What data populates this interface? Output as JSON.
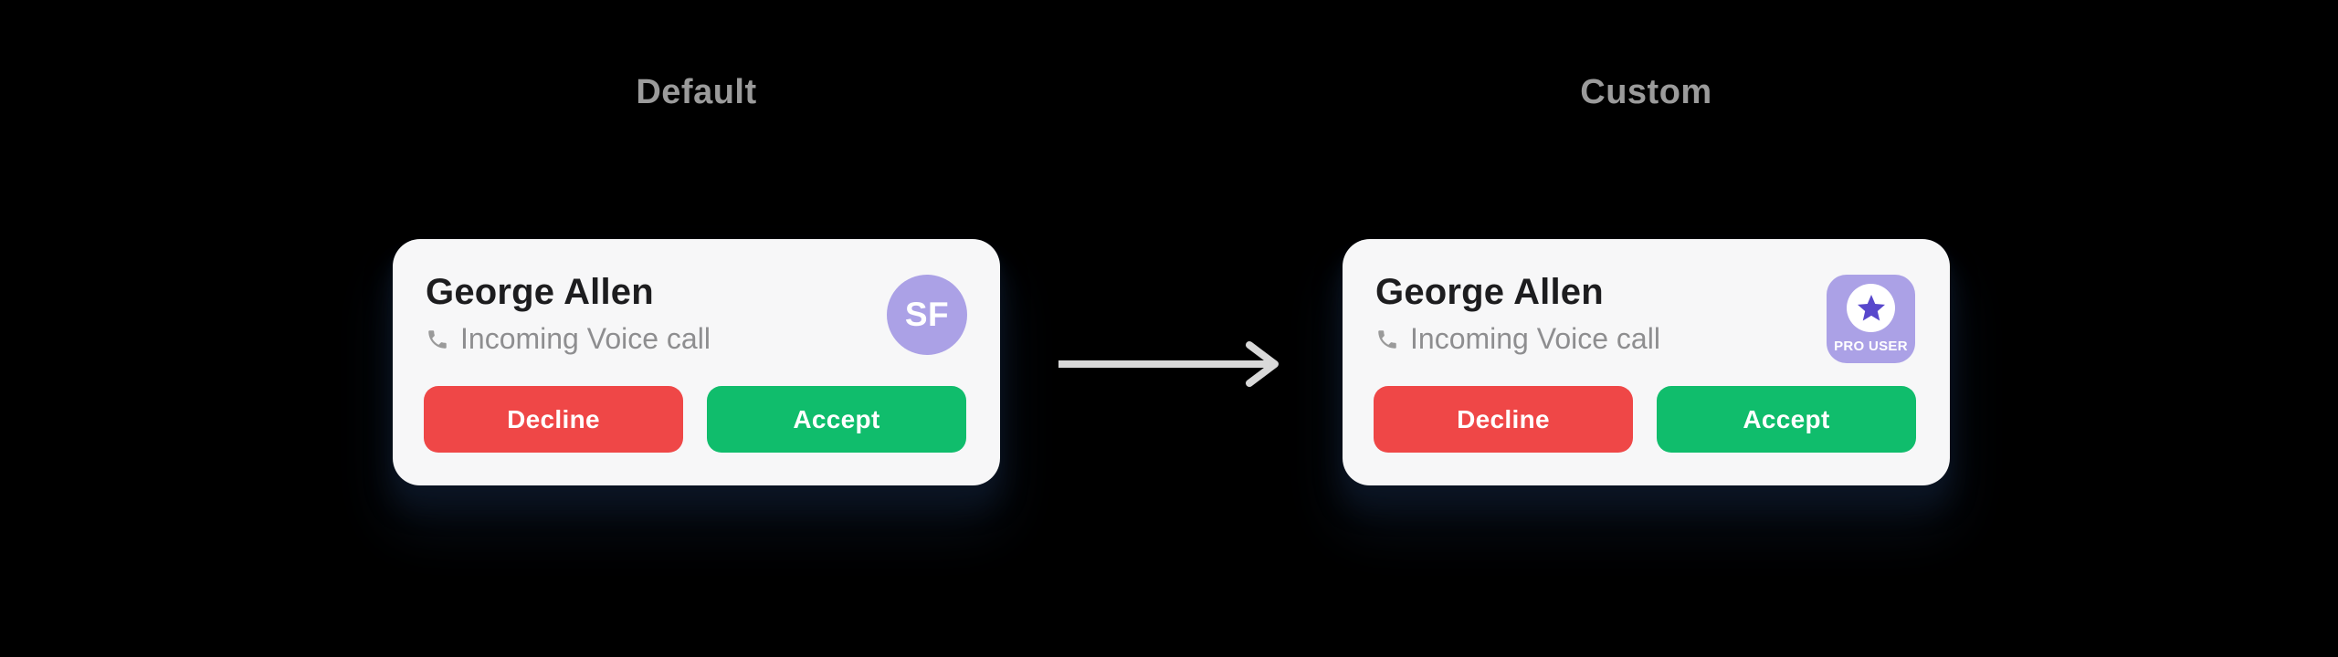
{
  "titles": {
    "default": "Default",
    "custom": "Custom"
  },
  "cards": {
    "default": {
      "name": "George Allen",
      "status": "Incoming Voice call",
      "avatar_initials": "SF",
      "decline_label": "Decline",
      "accept_label": "Accept"
    },
    "custom": {
      "name": "George Allen",
      "status": "Incoming Voice call",
      "badge_label": "PRO USER",
      "decline_label": "Decline",
      "accept_label": "Accept"
    }
  },
  "icons": {
    "phone": "phone-icon",
    "star": "star-icon",
    "arrow": "arrow-right-icon"
  },
  "colors": {
    "background": "#000000",
    "title_gray": "#9b9b9b",
    "card_background": "#f7f7f8",
    "name_text": "#1d1d1f",
    "status_text": "#8e8e90",
    "decline_red": "#ef4747",
    "accept_green": "#10bd6c",
    "avatar_purple": "#aba1e6",
    "star_purple": "#5847cc",
    "arrow_gray": "#d9d9d9"
  }
}
